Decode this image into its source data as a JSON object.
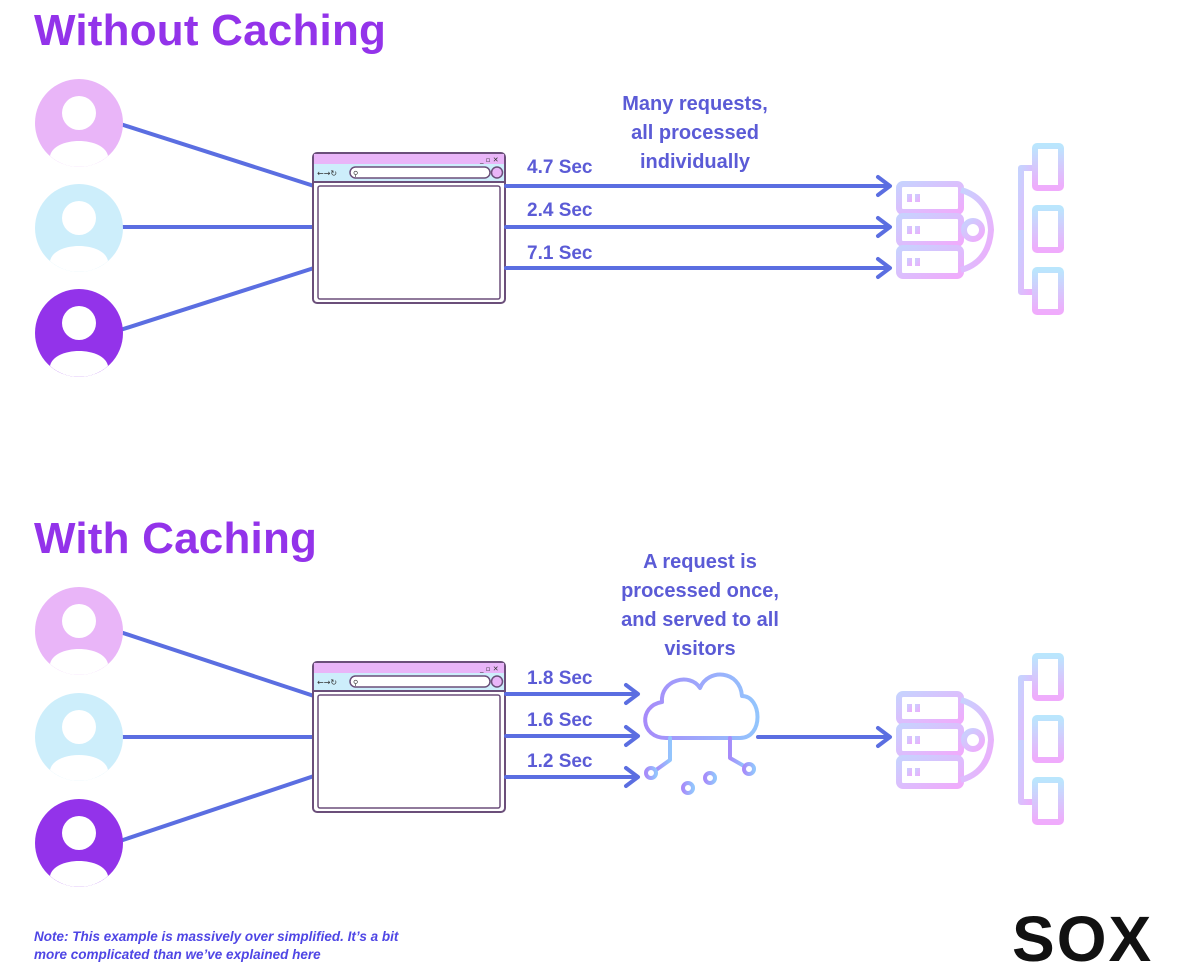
{
  "sections": [
    {
      "title": "Without Caching",
      "caption": [
        "Many requests,",
        "all processed",
        "individually"
      ],
      "timings": [
        "4.7 Sec",
        "2.4 Sec",
        "7.1 Sec"
      ]
    },
    {
      "title": "With Caching",
      "caption": [
        "A request is",
        "processed once,",
        "and served to all",
        "visitors"
      ],
      "timings": [
        "1.8 Sec",
        "1.6 Sec",
        "1.2 Sec"
      ]
    }
  ],
  "note": [
    "Note: This example is massively over simplified. It’s a bit",
    "more complicated than we’ve explained here"
  ],
  "logo": "SOX",
  "colors": {
    "title": "#9333ea",
    "line": "#5b6ee1",
    "avatar_light_purple": "#e9b5f8",
    "avatar_light_blue": "#cdeefb",
    "avatar_dark_purple": "#9333ea"
  },
  "icons": [
    "user-avatar-icon",
    "browser-window-icon",
    "server-database-icon",
    "document-icon",
    "cloud-network-icon",
    "arrow-right-icon"
  ]
}
